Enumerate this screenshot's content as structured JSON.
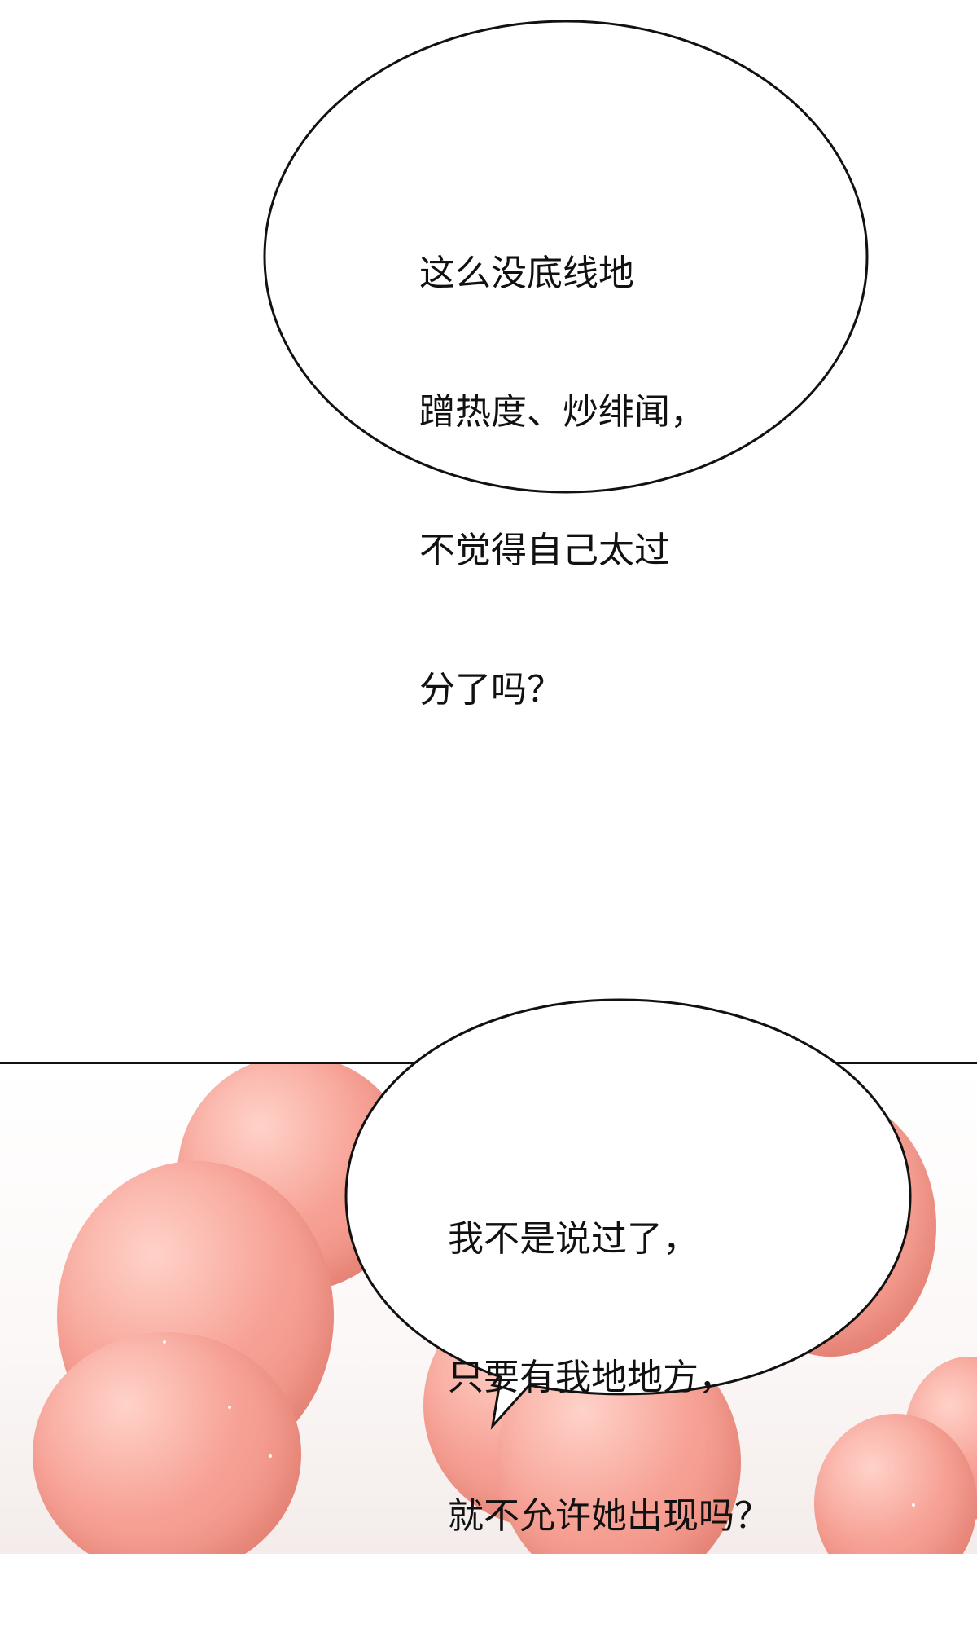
{
  "bubble_top": {
    "lines": [
      "这么没底线地",
      "蹭热度、炒绯闻，",
      "不觉得自己太过",
      "分了吗？"
    ]
  },
  "bubble_bottom": {
    "lines": [
      "我不是说过了，",
      "只要有我地地方，",
      "就不允许她出现吗？"
    ]
  },
  "colors": {
    "balloon_pink": "#f7a296",
    "bubble_outline": "#111111",
    "page_background": "#ffffff"
  }
}
